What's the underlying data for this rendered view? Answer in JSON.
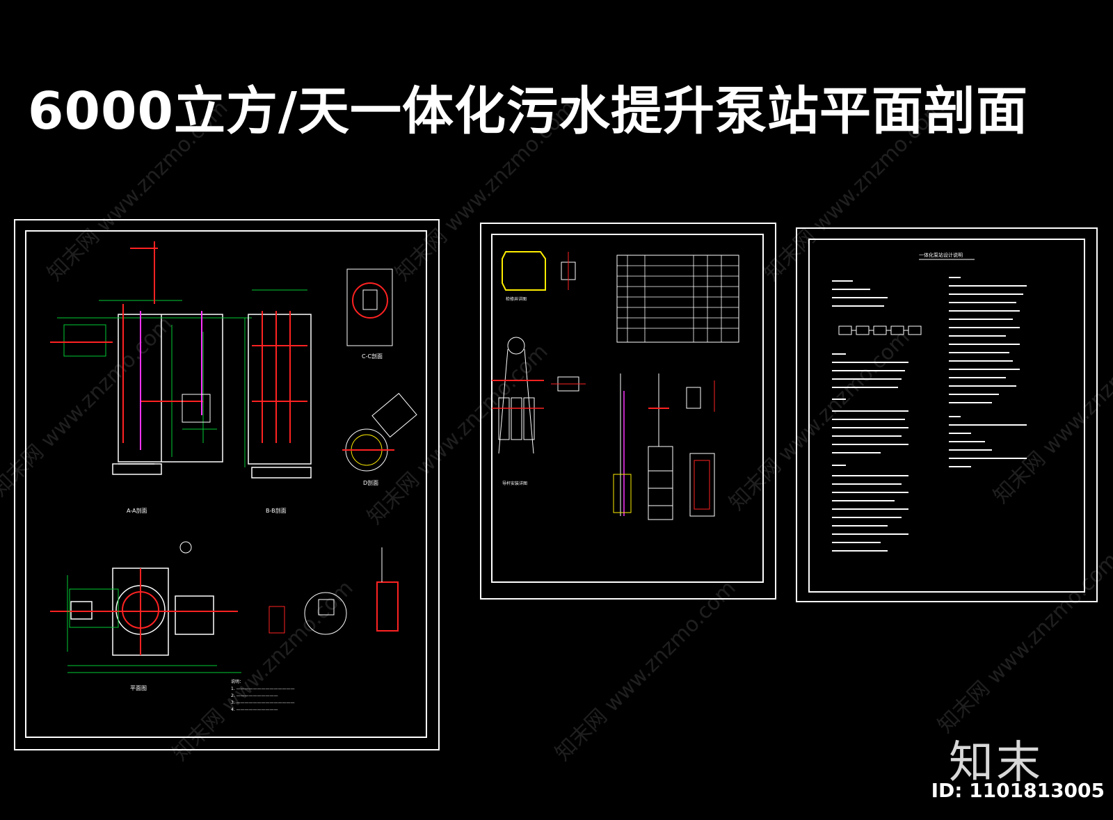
{
  "title": "6000立方/天一体化污水提升泵站平面剖面",
  "logo_text": "知末",
  "id_text": "ID: 1101813005",
  "watermark_text": "知末网 www.znzmo.com",
  "colors": {
    "background": "#000000",
    "frame": "#ffffff",
    "green": "#00cc33",
    "red": "#ff2222",
    "magenta": "#ff33ff",
    "yellow": "#ffee00",
    "cyan": "#33ffff"
  },
  "sheets": [
    {
      "name": "sheet-1"
    },
    {
      "name": "sheet-2"
    },
    {
      "name": "sheet-3"
    }
  ]
}
